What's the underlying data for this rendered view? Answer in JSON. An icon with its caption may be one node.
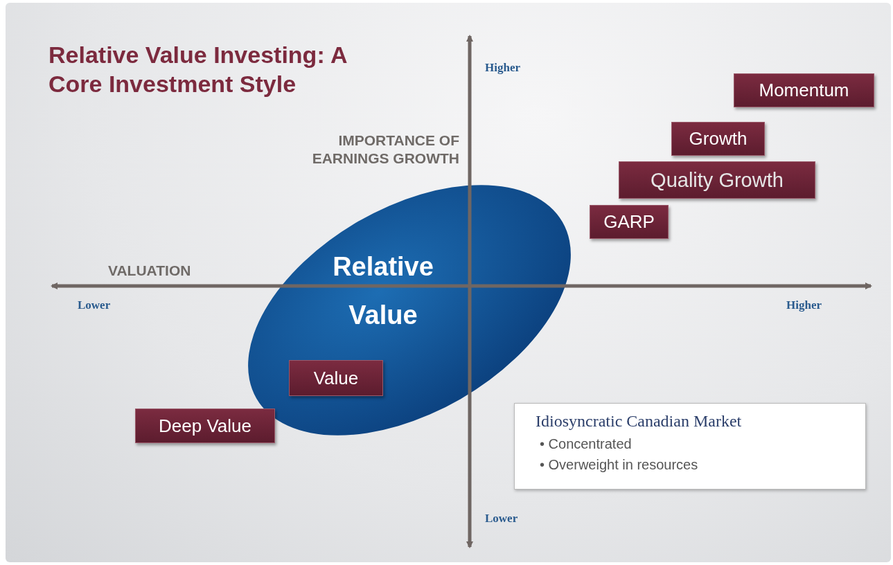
{
  "diagram": {
    "title": "Relative Value Investing: A Core Investment Style",
    "nodes": [
      {
        "text": [
          "Momentum"
        ]
      },
      {
        "text": [
          "Growth"
        ]
      },
      {
        "text": [
          "Quality Growth"
        ]
      },
      {
        "text": [
          "GARP"
        ]
      },
      {
        "text": [
          "Relative Value"
        ]
      },
      {
        "text": [
          "Value"
        ],
        "in": 4
      },
      {
        "text": [
          "Deep Value"
        ]
      },
      {
        "text": [
          "Idiosyncratic Canadian Market",
          "• Concentrated",
          "• Overweight in resources"
        ]
      }
    ],
    "edges": [],
    "labels": [
      "Higher",
      "IMPORTANCE OF EARNINGS GROWTH",
      "VALUATION",
      "Lower",
      "Higher",
      "Lower"
    ]
  }
}
